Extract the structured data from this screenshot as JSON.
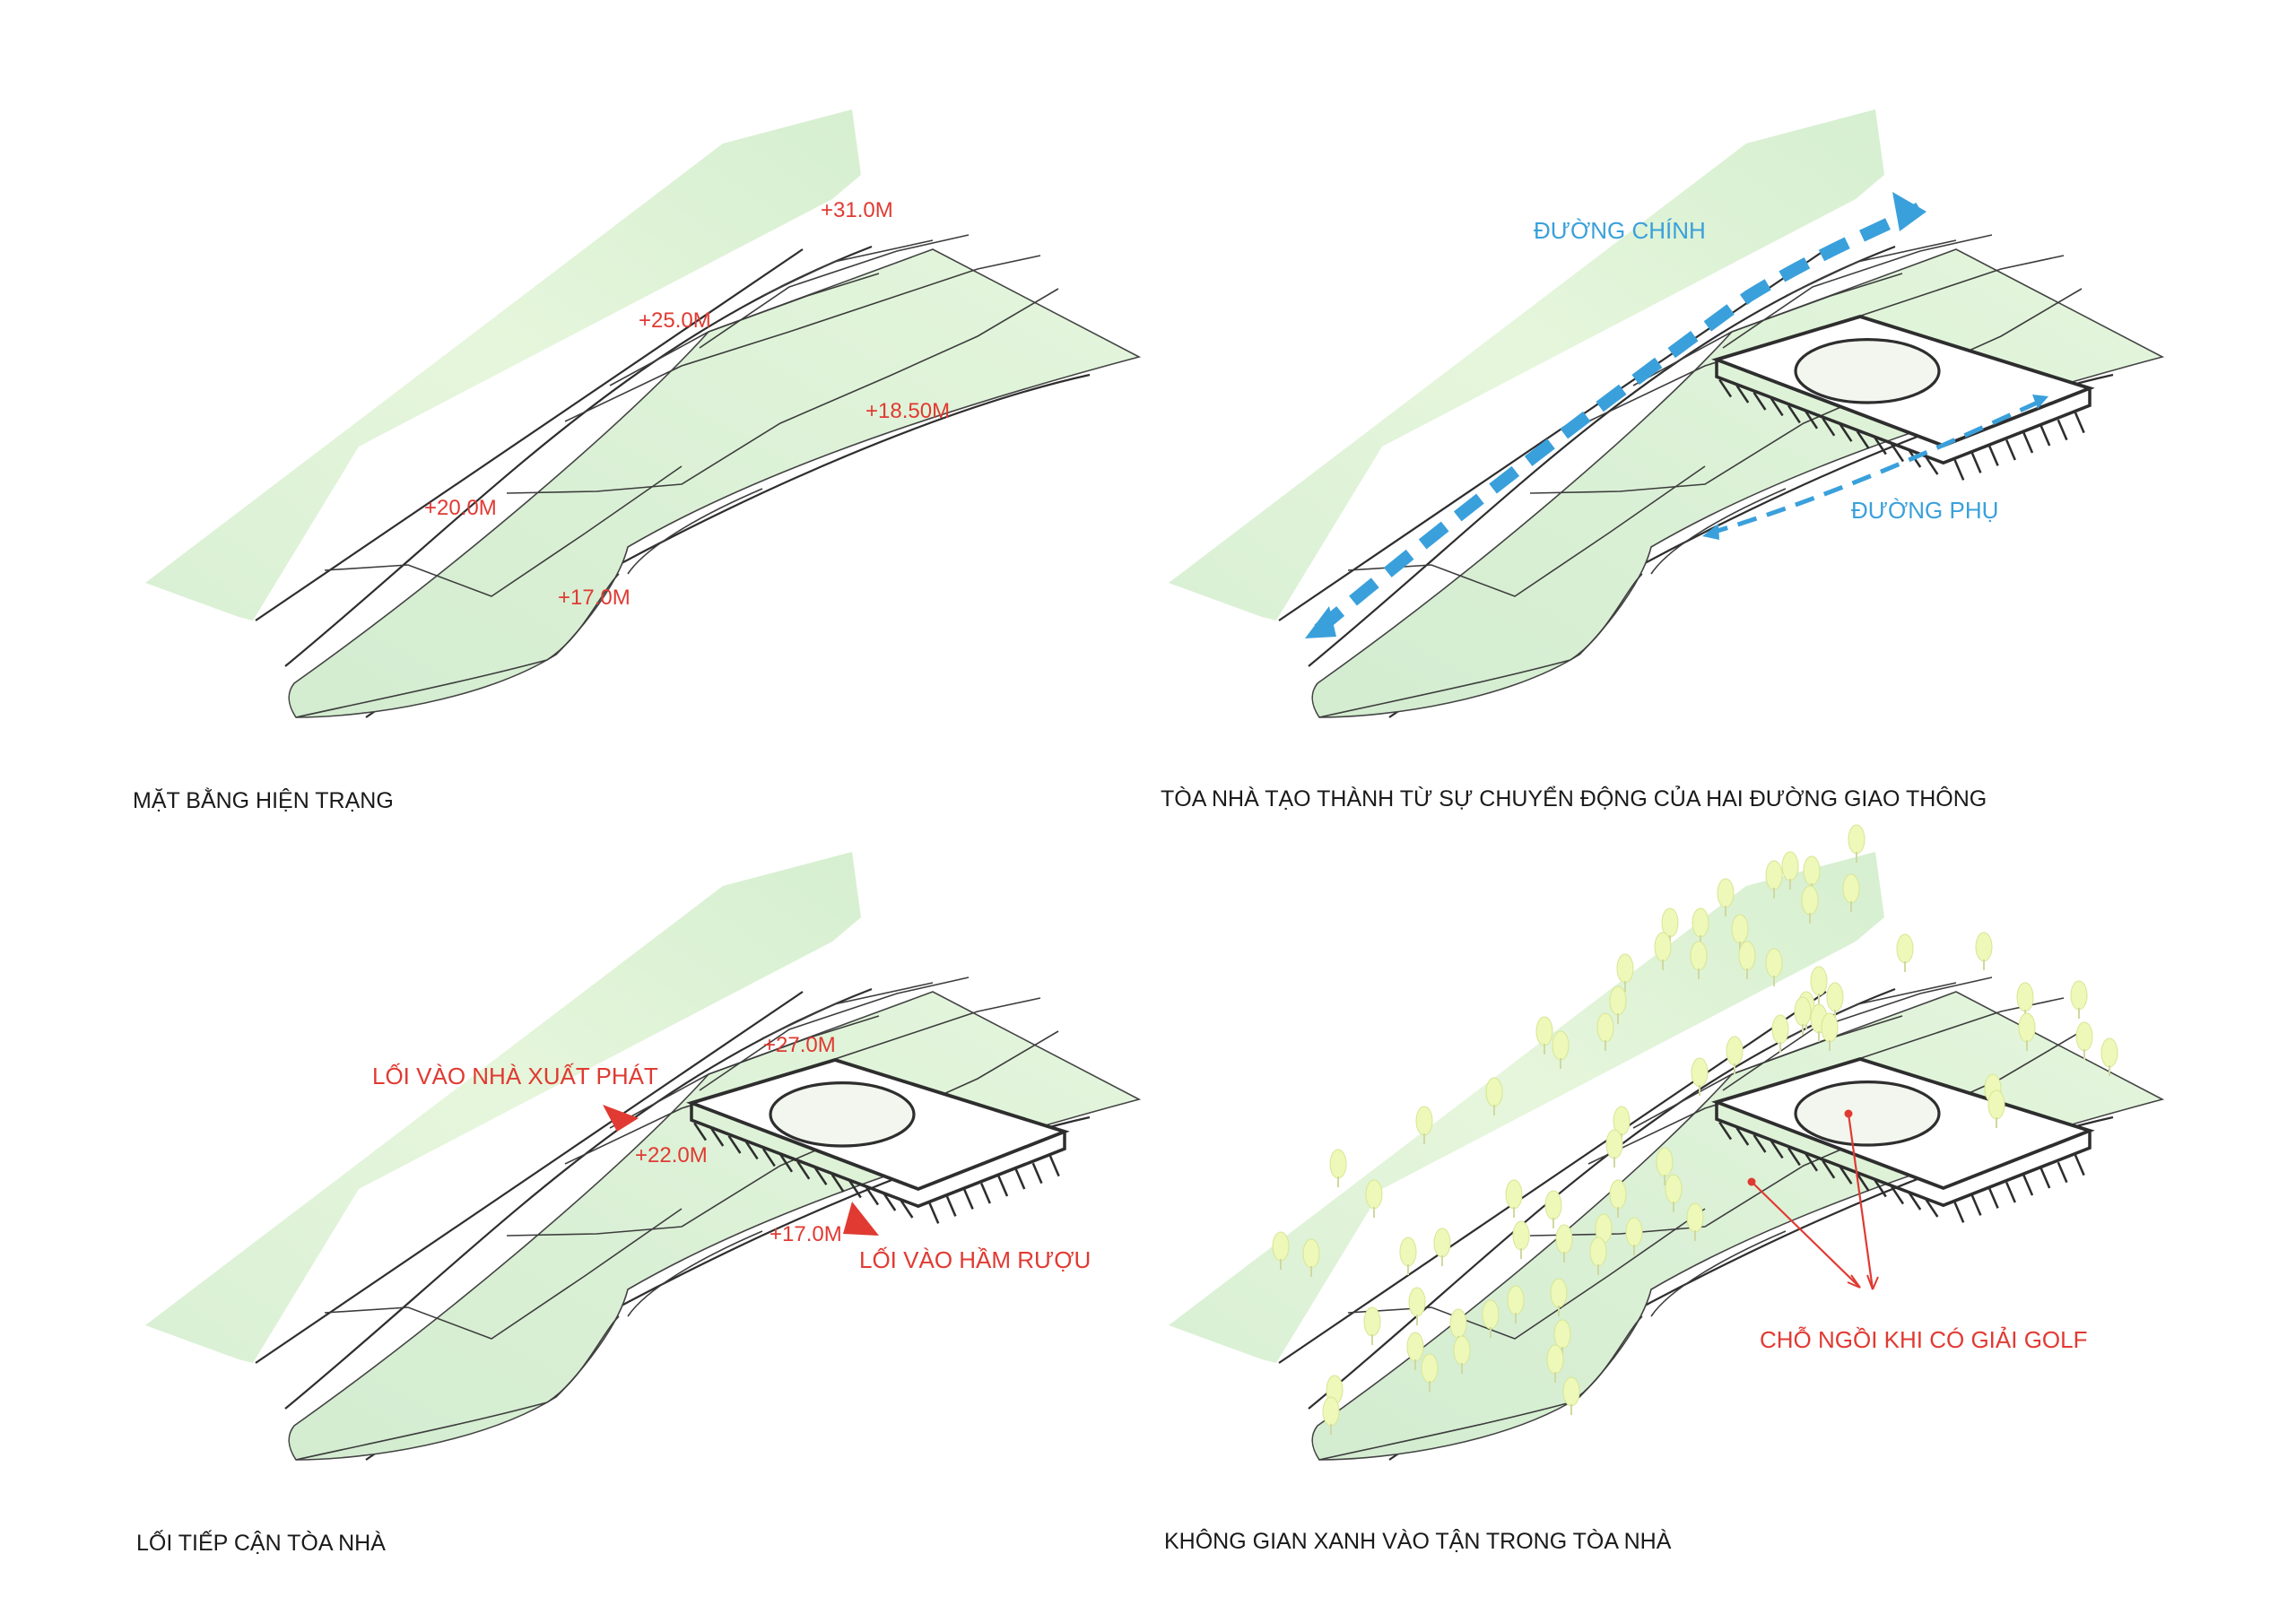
{
  "panels": [
    {
      "caption": "MẶT BẰNG HIỆN TRẠNG",
      "elevations": [
        "+31.0M",
        "+25.0M",
        "+18.50M",
        "+20.0M",
        "+17.0M"
      ]
    },
    {
      "caption": "TÒA NHÀ TẠO THÀNH TỪ SỰ CHUYỂN ĐỘNG CỦA HAI ĐƯỜNG GIAO THÔNG",
      "main_road": "ĐƯỜNG CHÍNH",
      "side_road": "ĐƯỜNG PHỤ"
    },
    {
      "caption": "LỐI TIẾP CẬN TÒA NHÀ",
      "elevations": [
        "+27.0M",
        "+22.0M",
        "+17.0M"
      ],
      "entrance_main": "LỐI VÀO NHÀ XUẤT PHÁT",
      "entrance_cellar": "LỐI VÀO HẦM RƯỢU"
    },
    {
      "caption": "KHÔNG GIAN XANH VÀO TẬN TRONG TÒA NHÀ",
      "seating_note": "CHỖ NGỒI KHI CÓ GIẢI GOLF"
    }
  ],
  "colors": {
    "terrain": "#dff3d6",
    "contour": "#3d3d3d",
    "elevation_text": "#e03a32",
    "road_arrow": "#3aa0db",
    "tree": "#eef8b8"
  }
}
